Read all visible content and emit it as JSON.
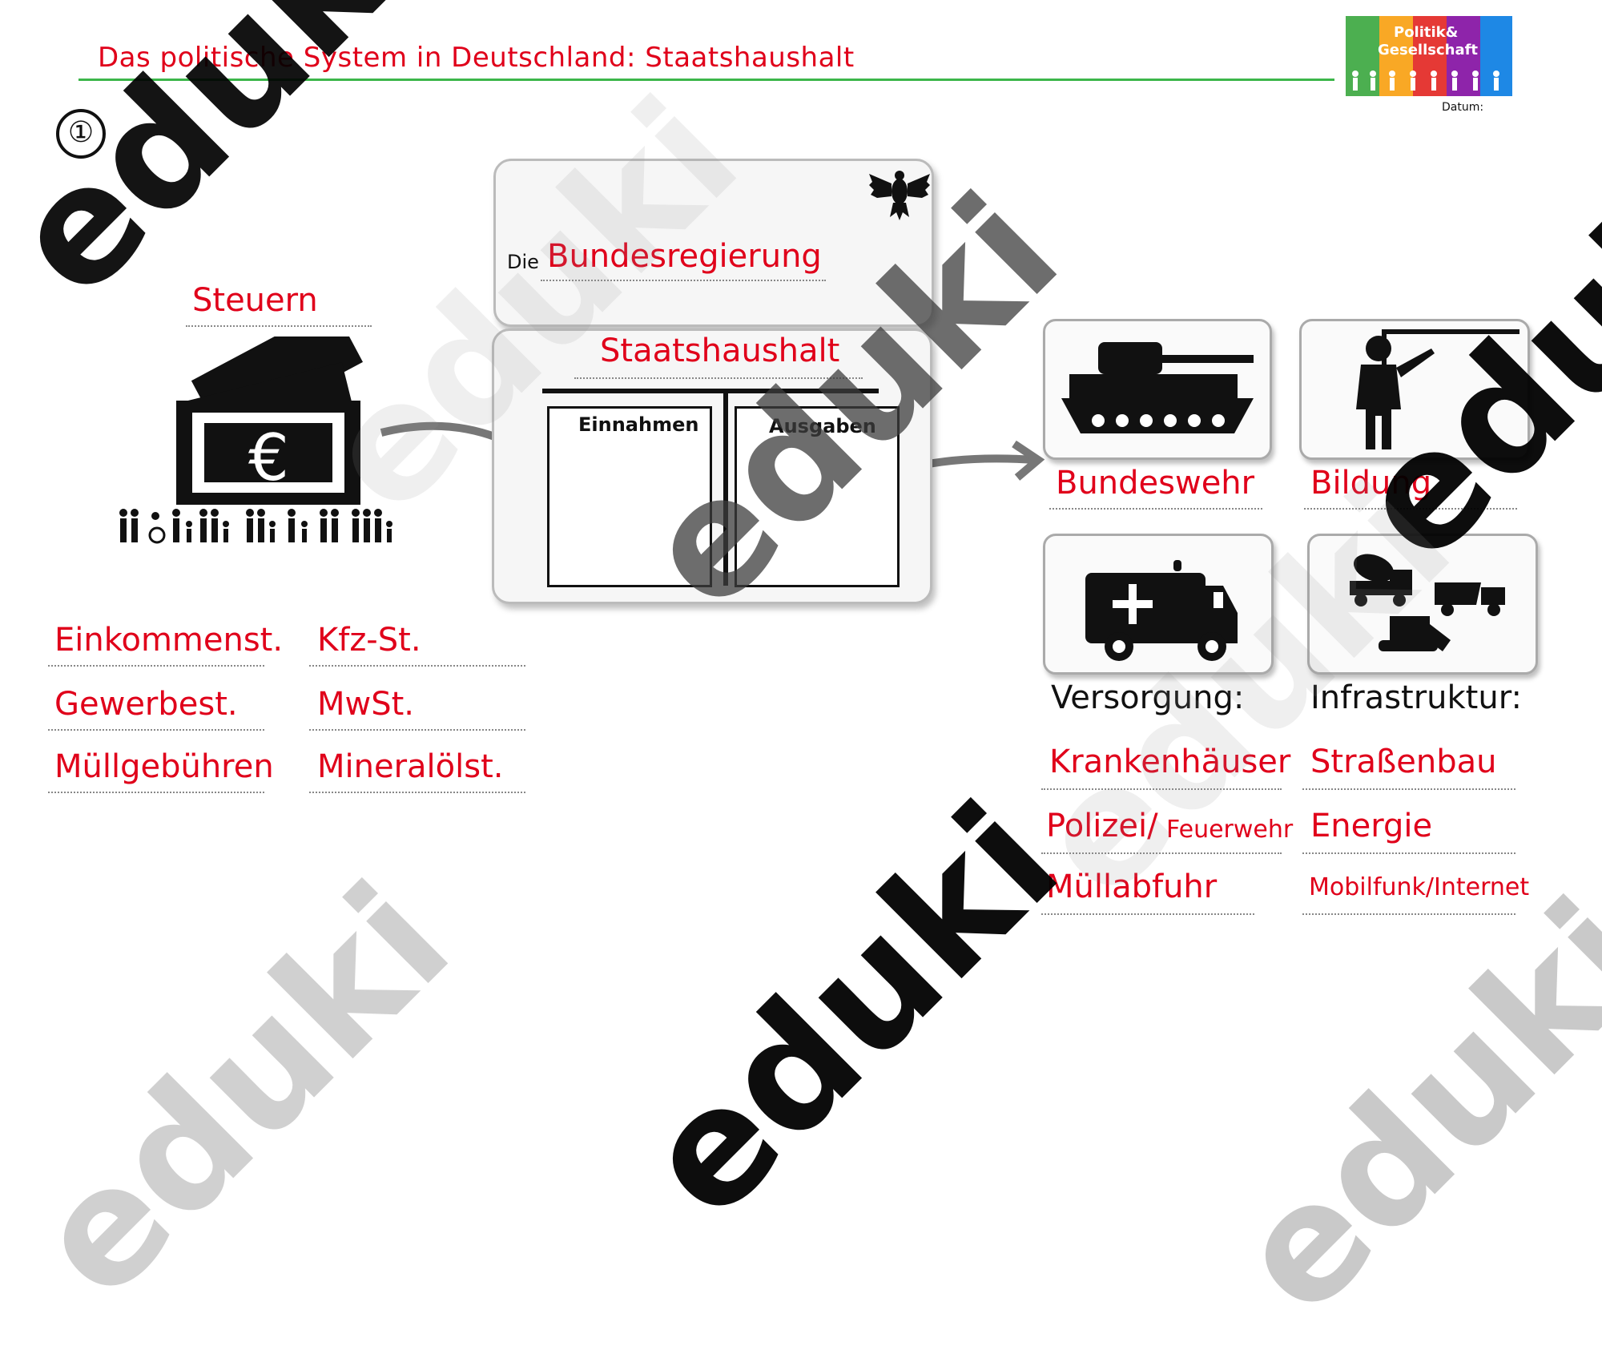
{
  "header": {
    "title": "Das politische System in Deutschland: Staatshaushalt",
    "section_number": "①",
    "logo_line1": "Politik&",
    "logo_line2": "Gesellschaft",
    "date_label": "Datum:"
  },
  "taxes": {
    "heading": "Steuern",
    "items": [
      "Einkommenst.",
      "Kfz-St.",
      "Gewerbest.",
      "MwSt.",
      "Müllgebühren",
      "Mineralölst."
    ],
    "euro_symbol": "€"
  },
  "government": {
    "prefix": "Die",
    "name": "Bundesregierung"
  },
  "budget": {
    "title": "Staatshaushalt",
    "income": "Einnahmen",
    "expenses": "Ausgaben"
  },
  "spending": {
    "bundeswehr": "Bundeswehr",
    "bildung": "Bildung",
    "versorgung": "Versorgung:",
    "infrastruktur": "Infrastruktur:",
    "versorgung_items": [
      "Krankenhäuser",
      "Polizei/",
      "Feuerwehr",
      "Müllabfuhr"
    ],
    "infrastruktur_items": [
      "Straßenbau",
      "Energie",
      "Mobilfunk/Internet"
    ]
  },
  "watermark_text": "eduki",
  "colors": {
    "red": "#e0001a",
    "green": "#3cb64a"
  }
}
